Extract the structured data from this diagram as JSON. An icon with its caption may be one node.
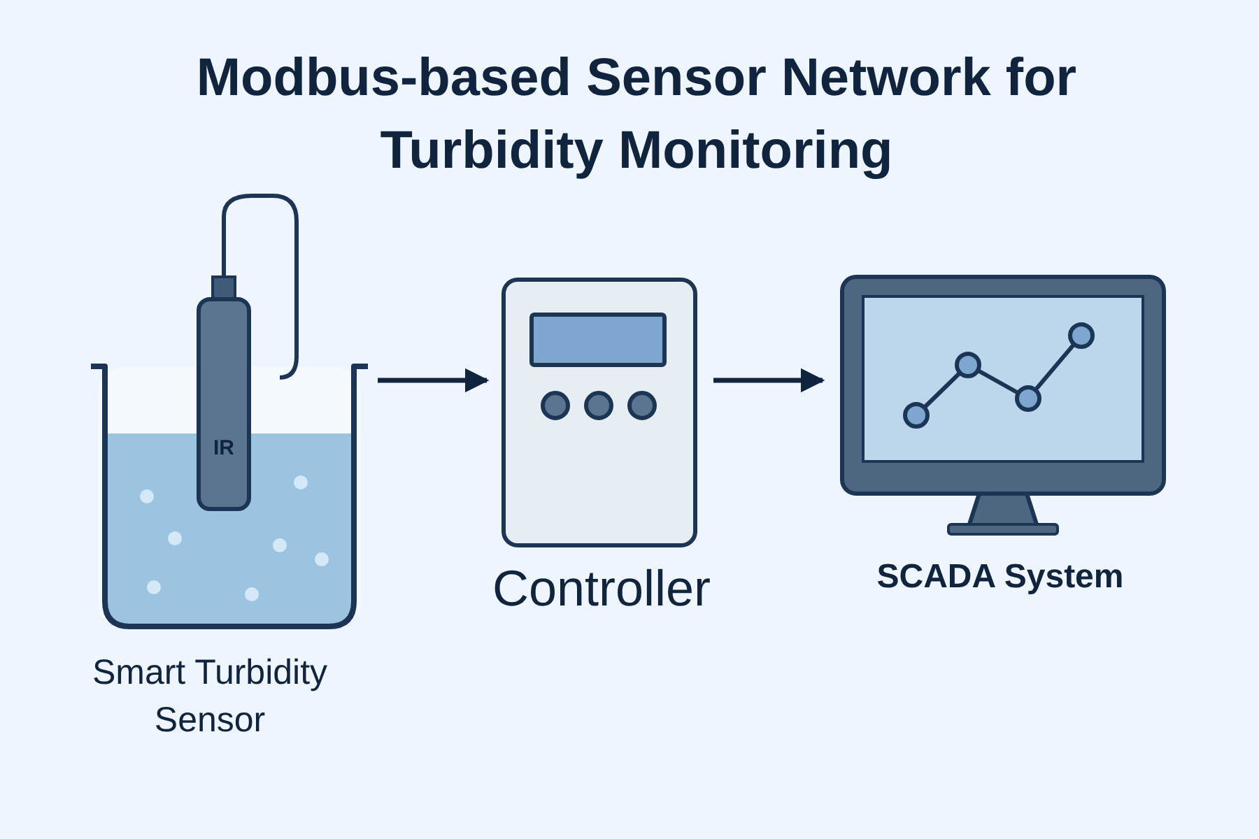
{
  "diagram": {
    "title": "Modbus-based Sensor Network for Turbidity Monitoring",
    "nodes": [
      {
        "text": [
          "Smart Turbidity Sensor"
        ]
      },
      {
        "text": [
          "Controller"
        ]
      },
      {
        "text": [
          "SCADA System"
        ]
      }
    ],
    "edges": [
      {
        "from": 0,
        "to": 1,
        "arrow": "to"
      },
      {
        "from": 1,
        "to": 2,
        "arrow": "to"
      }
    ],
    "labels": [
      "IR"
    ]
  }
}
